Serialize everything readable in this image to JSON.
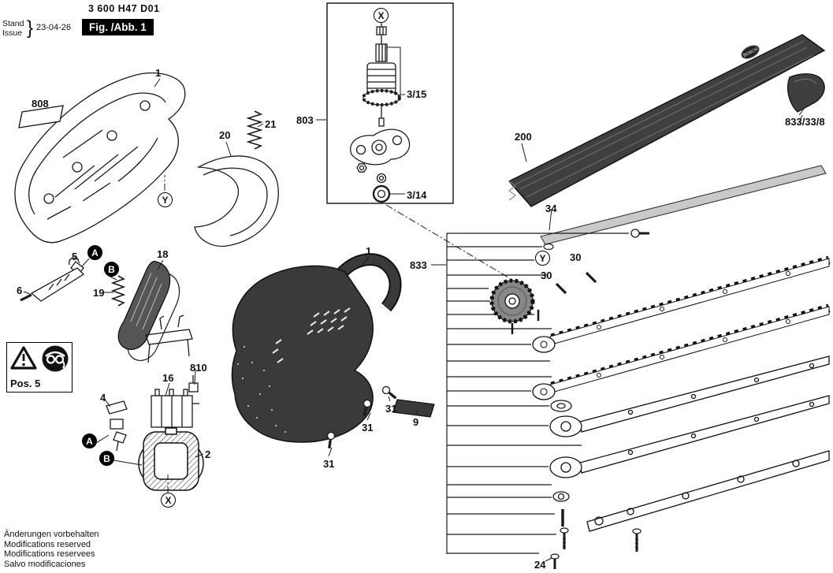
{
  "header": {
    "doc_number": "3 600 H47 D01",
    "stand": "Stand",
    "issue": "Issue",
    "brace": "}",
    "date": "23-04-26",
    "fig": "Fig. /Abb. 1"
  },
  "warning_box": {
    "pos": "Pos. 5"
  },
  "icons": {
    "warning_triangle": "warning-triangle-icon",
    "protection": "eye-ear-protection-icon"
  },
  "diagram": {
    "logo": "BOSCH"
  },
  "callouts": {
    "n808": "808",
    "n1": "1",
    "n21": "21",
    "n20": "20",
    "n5": "5",
    "n18": "18",
    "n19": "19",
    "n6": "6",
    "n803": "803",
    "n315": "3/15",
    "n314": "3/14",
    "n200": "200",
    "n34": "34",
    "n833338": "833/33/8",
    "n833": "833",
    "n30": "30",
    "n810": "810",
    "n16": "16",
    "n4": "4",
    "n2": "2",
    "n31": "31",
    "n9": "9",
    "n24": "24",
    "cX": "X",
    "cY": "Y",
    "cA": "A",
    "cB": "B"
  },
  "footer": {
    "lines": [
      "Änderungen vorbehalten",
      "Modifications reserved",
      "Modifications reservees",
      "Salvo modificaciones"
    ]
  }
}
